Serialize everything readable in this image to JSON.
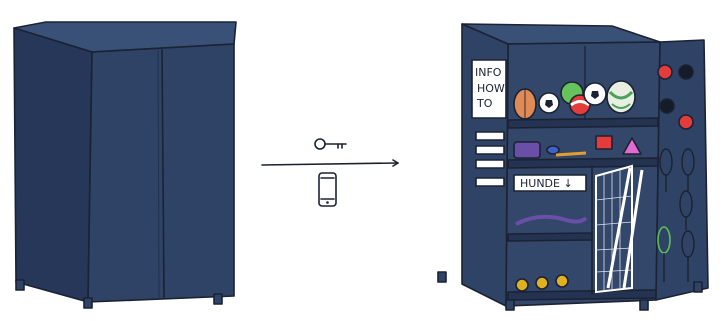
{
  "colors": {
    "cabinet_front": "#2f4366",
    "cabinet_side": "#26375a",
    "cabinet_top": "#3a5177",
    "interior": "#33476a",
    "interior_dark": "#243352",
    "ink": "#1b2233",
    "background": "#ffffff"
  },
  "icons": {
    "key": "key-icon",
    "phone": "smartphone-icon",
    "arrow": "arrow-right-icon"
  },
  "open_cabinet": {
    "door_sign": {
      "line1": "INFO",
      "line2": "HOW",
      "line3": "TO"
    },
    "shelf_label": "HUNDE ↓"
  }
}
